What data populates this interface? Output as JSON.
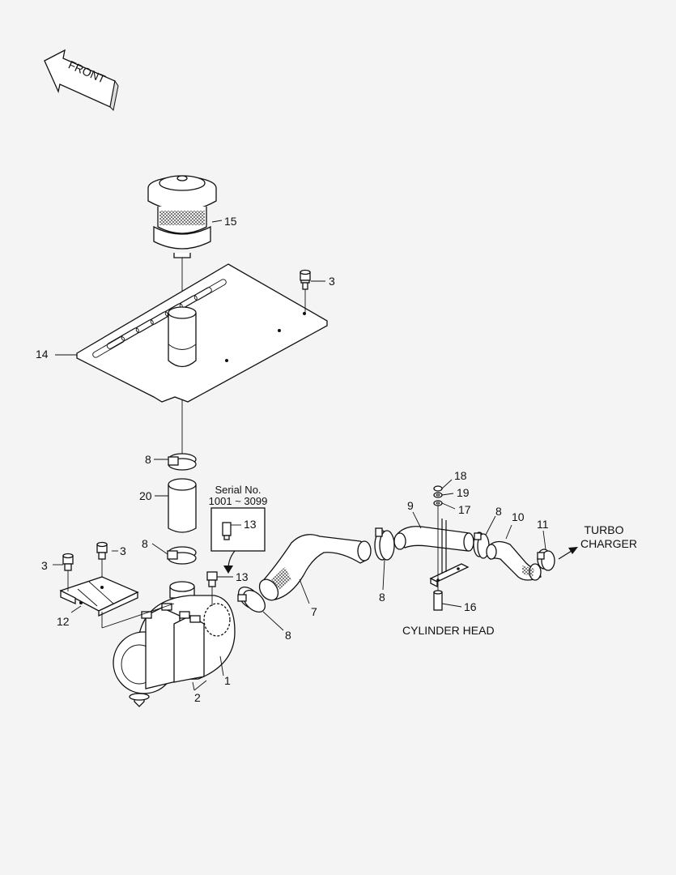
{
  "front_label": "FRONT",
  "serial_box": {
    "line1": "Serial No.",
    "line2": "1001 ~ 3099"
  },
  "text_labels": {
    "cylinder_head": "CYLINDER HEAD",
    "turbo_line1": "TURBO",
    "turbo_line2": "CHARGER"
  },
  "callouts": {
    "c15": "15",
    "c3a": "3",
    "c14": "14",
    "c8a": "8",
    "c20": "20",
    "c8b": "8",
    "c13a": "13",
    "c13b": "13",
    "c3b": "3",
    "c3c": "3",
    "c12": "12",
    "c2": "2",
    "c1": "1",
    "c8c": "8",
    "c7": "7",
    "c9": "9",
    "c8d": "8",
    "c18": "18",
    "c19": "19",
    "c17": "17",
    "c16": "16",
    "c8e": "8",
    "c10": "10",
    "c11": "11"
  }
}
